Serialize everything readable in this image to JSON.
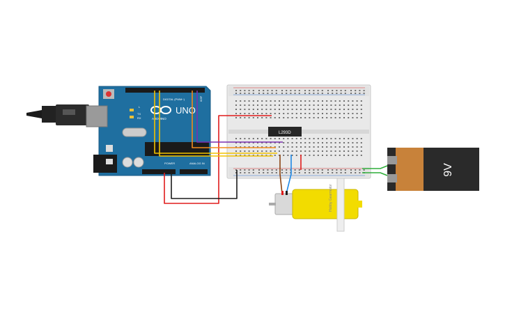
{
  "arduino": {
    "brand": "ARDUINO",
    "model": "UNO",
    "digital_label": "DIGITAL (PWM~)",
    "power_label": "POWER",
    "analog_label": "ANALOG IN",
    "led_l": "L",
    "led_tx": "TX",
    "led_rx": "RX",
    "icsp": "ICSP",
    "board_color": "#1f6fa0"
  },
  "chip": {
    "label": "L293D"
  },
  "motor": {
    "label": "Hobby Gearmotor",
    "body_color": "#f2dc00"
  },
  "battery": {
    "label": "9V",
    "top_color": "#c8823a",
    "body_color": "#2a2a2a"
  },
  "wire_colors": {
    "red": "#e01b1b",
    "black": "#1c1c1c",
    "yellow": "#f2c200",
    "orange": "#f28a1a",
    "purple": "#7a2fb0",
    "brown": "#8b4513",
    "blue": "#1e88e5",
    "green": "#2fae3a"
  }
}
